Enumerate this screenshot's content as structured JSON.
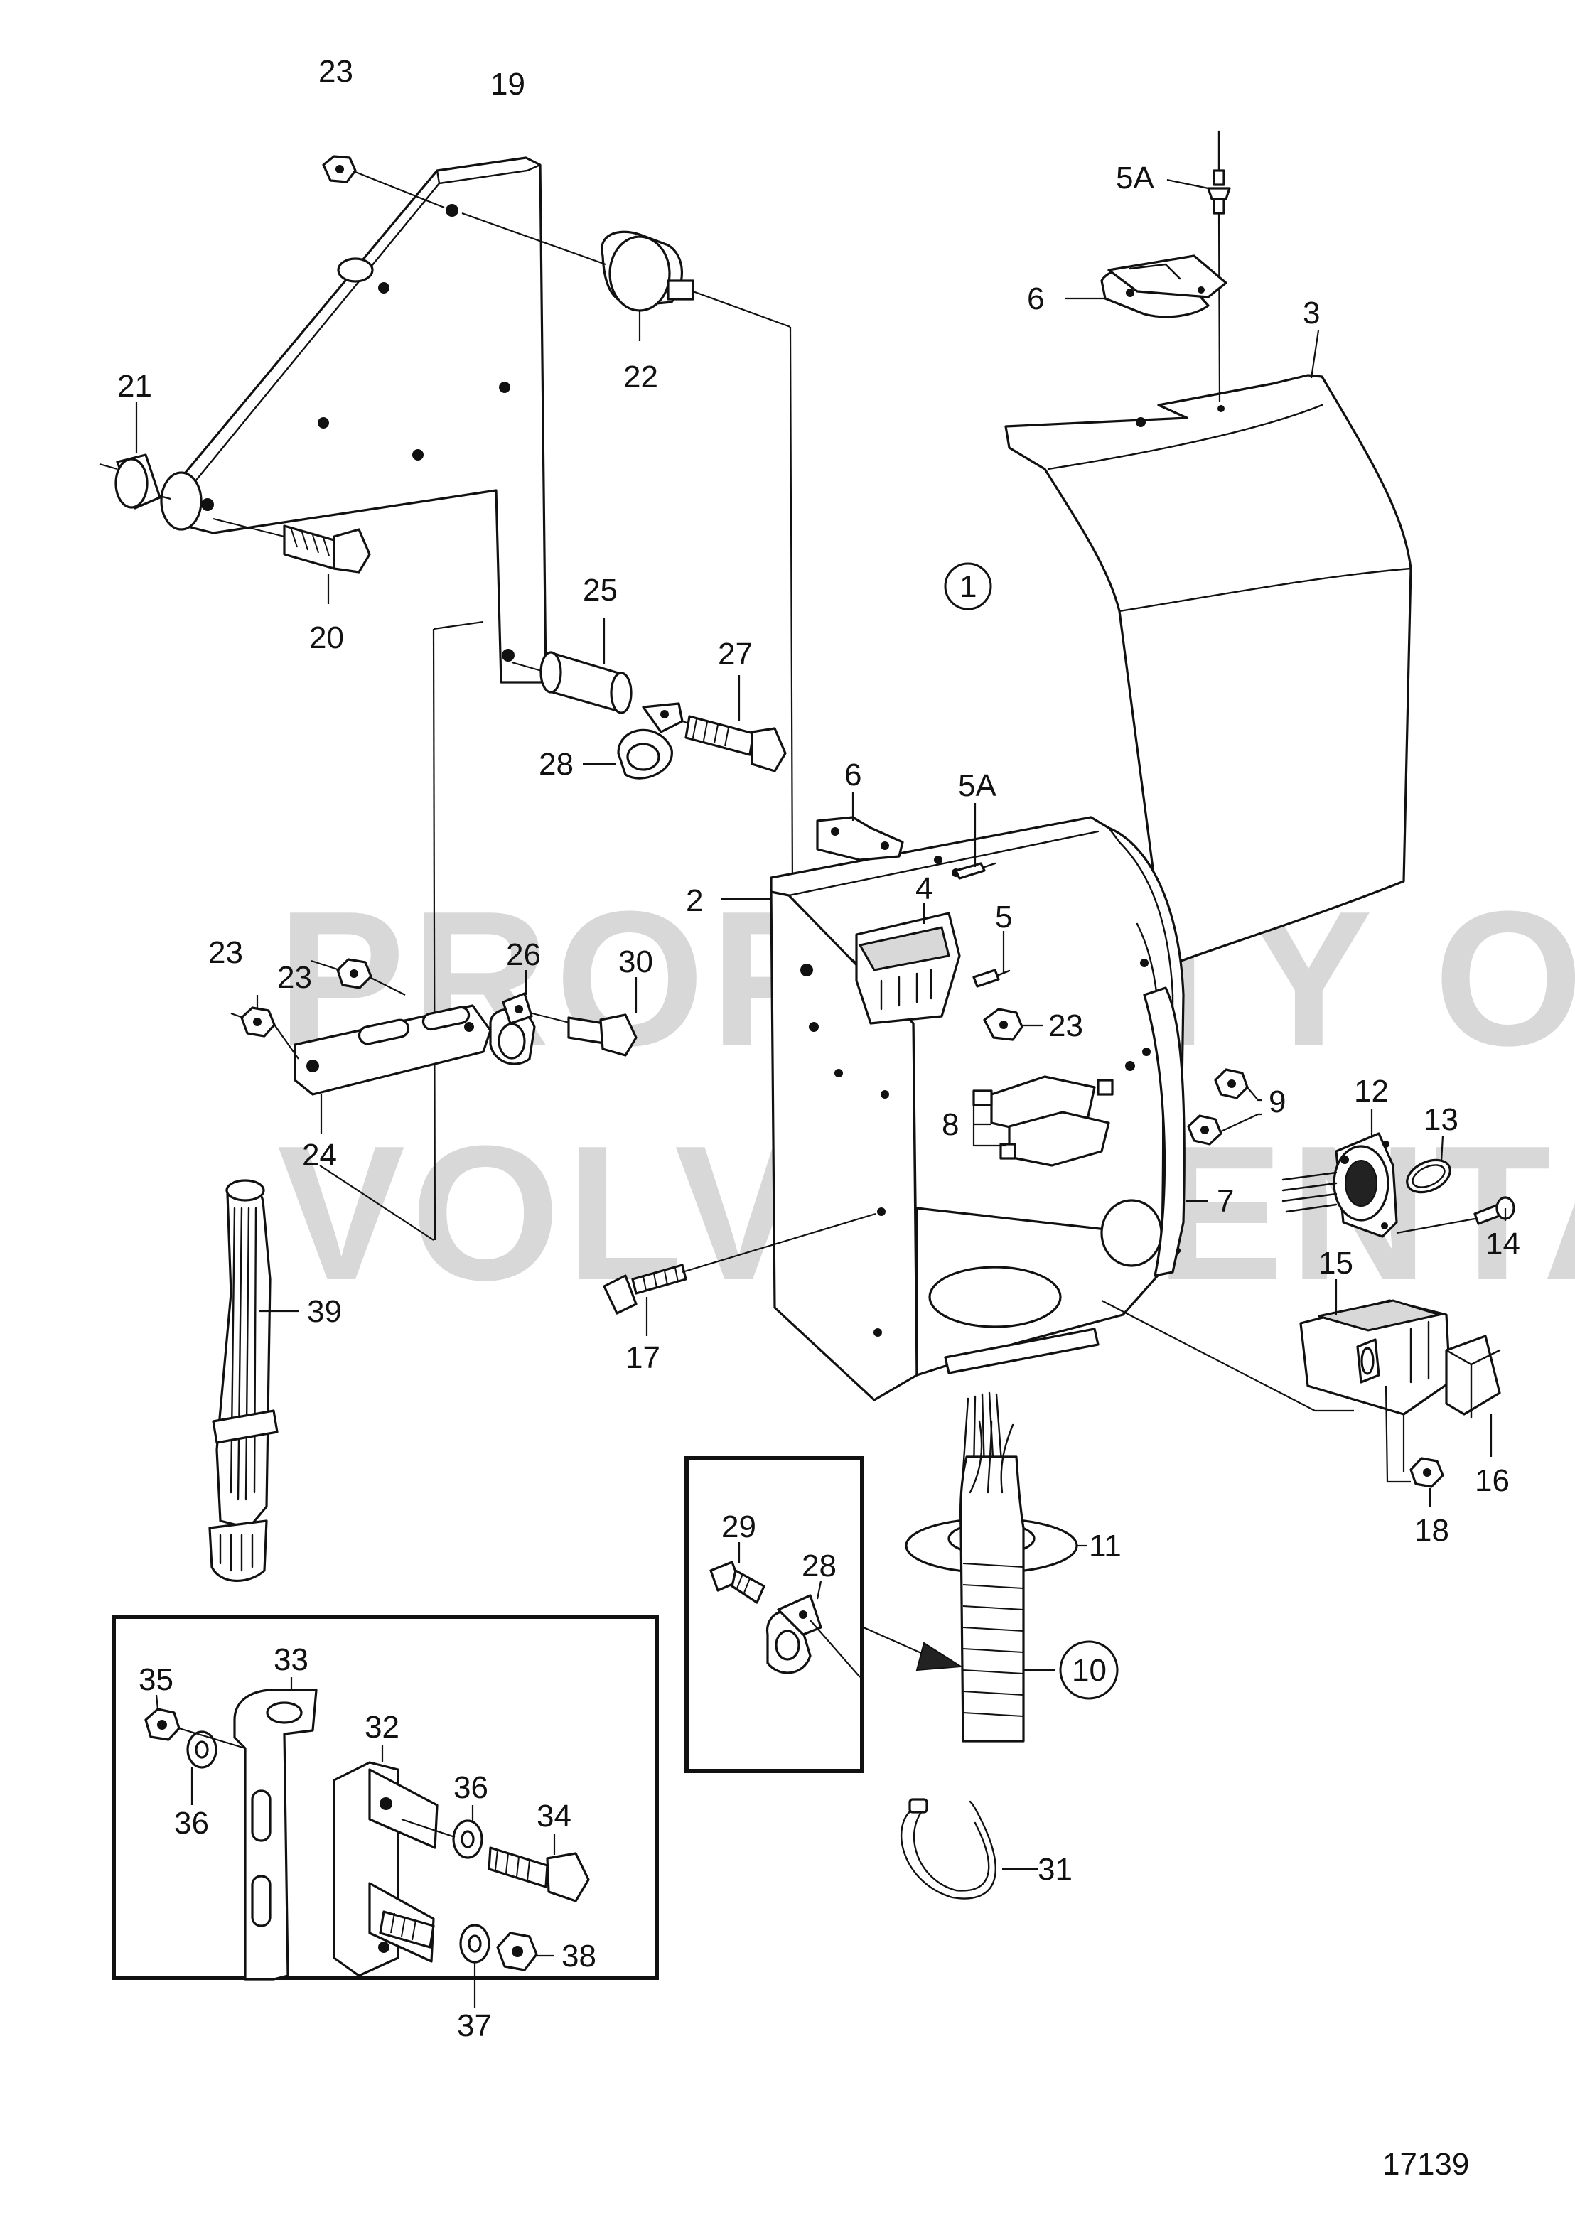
{
  "watermark": {
    "line1": "PROPERTY OF",
    "line2": "VOLVO PENTA"
  },
  "drawing_number": "17139",
  "callouts": {
    "c1": "1",
    "c2": "2",
    "c3": "3",
    "c4": "4",
    "c5": "5",
    "c5a_top": "5A",
    "c5a_box": "5A",
    "c6_top": "6",
    "c6_box": "6",
    "c7": "7",
    "c8": "8",
    "c9": "9",
    "c10": "10",
    "c11": "11",
    "c12": "12",
    "c13": "13",
    "c14": "14",
    "c15": "15",
    "c16": "16",
    "c17": "17",
    "c18": "18",
    "c19": "19",
    "c20": "20",
    "c21": "21",
    "c22": "22",
    "c23_top": "23",
    "c23_mid_a": "23",
    "c23_mid_b": "23",
    "c23_box": "23",
    "c24": "24",
    "c25": "25",
    "c26": "26",
    "c27": "27",
    "c28_top": "28",
    "c28_inset": "28",
    "c29": "29",
    "c30": "30",
    "c31": "31",
    "c32": "32",
    "c33": "33",
    "c34": "34",
    "c35": "35",
    "c36_left": "36",
    "c36_right": "36",
    "c37": "37",
    "c38": "38",
    "c39": "39"
  }
}
